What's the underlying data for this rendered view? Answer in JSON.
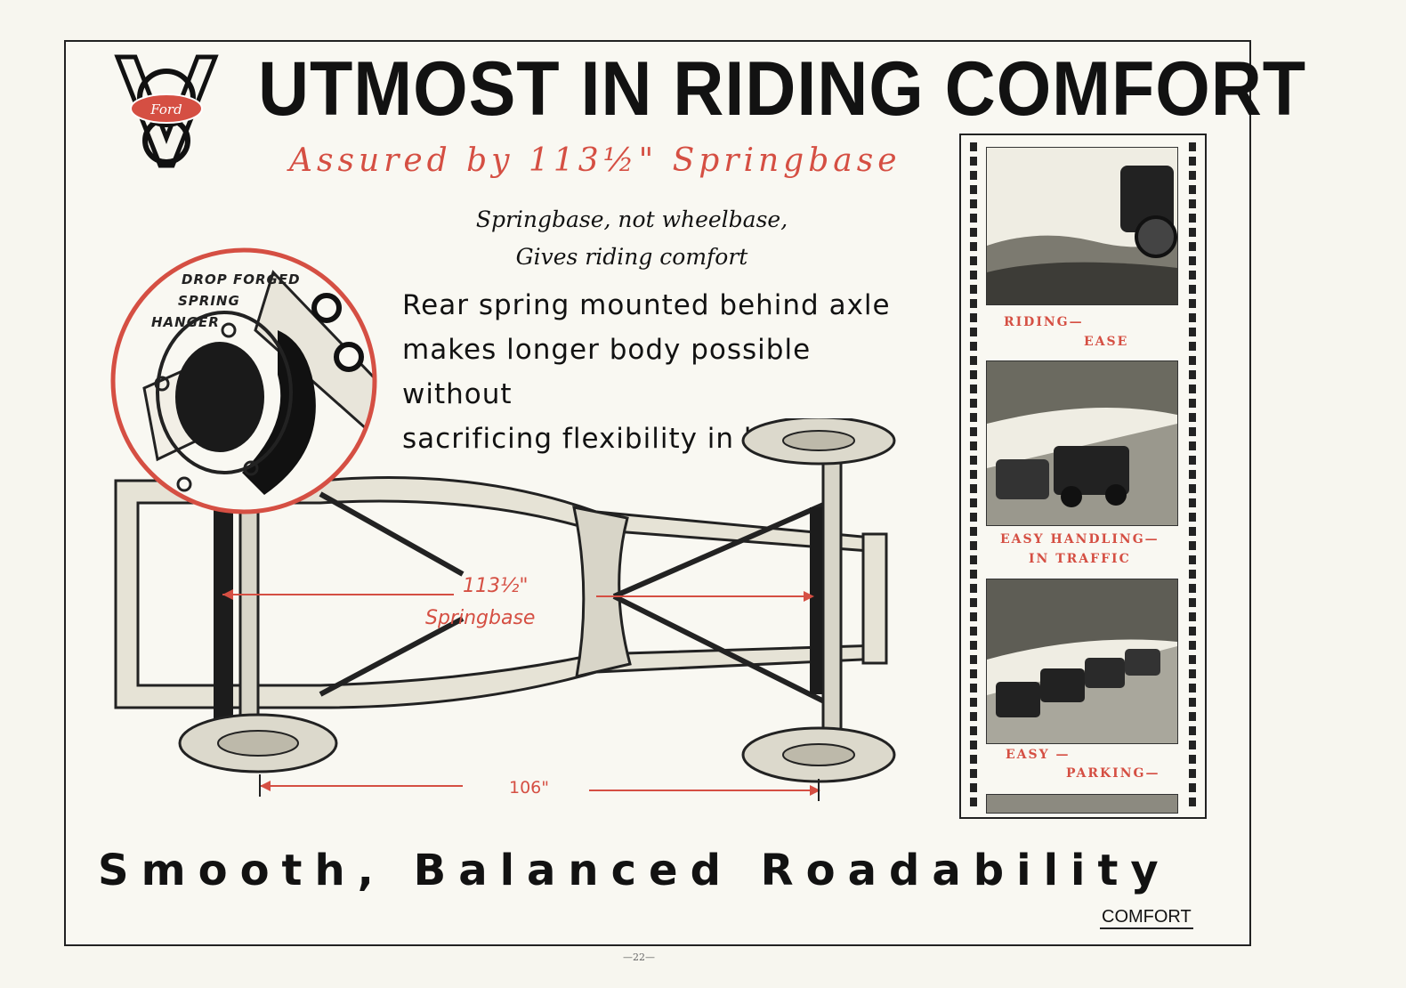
{
  "header": {
    "title": "UTMOST IN RIDING COMFORT",
    "subtitle": "Assured by 113½\" Springbase"
  },
  "tagline": [
    "Springbase, not wheelbase,",
    "Gives riding comfort"
  ],
  "description": [
    "Rear spring mounted behind axle",
    "makes longer body possible without",
    "sacrificing flexibility in handling"
  ],
  "callout": [
    "DROP FORGED",
    "SPRING",
    "HANGER"
  ],
  "chassis": {
    "springbase_value": "113½\"",
    "springbase_label": "Springbase",
    "wheelbase_value": "106\""
  },
  "filmstrip": {
    "captions": [
      {
        "line1": "RIDING—",
        "line2": "EASE"
      },
      {
        "line1": "EASY HANDLING—",
        "line2": "IN TRAFFIC"
      },
      {
        "line1": "EASY —",
        "line2": "PARKING—"
      }
    ]
  },
  "footer": {
    "closing": "Smooth, Balanced Roadability",
    "section": "COMFORT",
    "page": "—22—"
  },
  "colors": {
    "accent": "#d54f43",
    "ink": "#121212",
    "paper": "#f7f6ef"
  },
  "logo": {
    "emblem": "V8",
    "badge": "Ford"
  }
}
